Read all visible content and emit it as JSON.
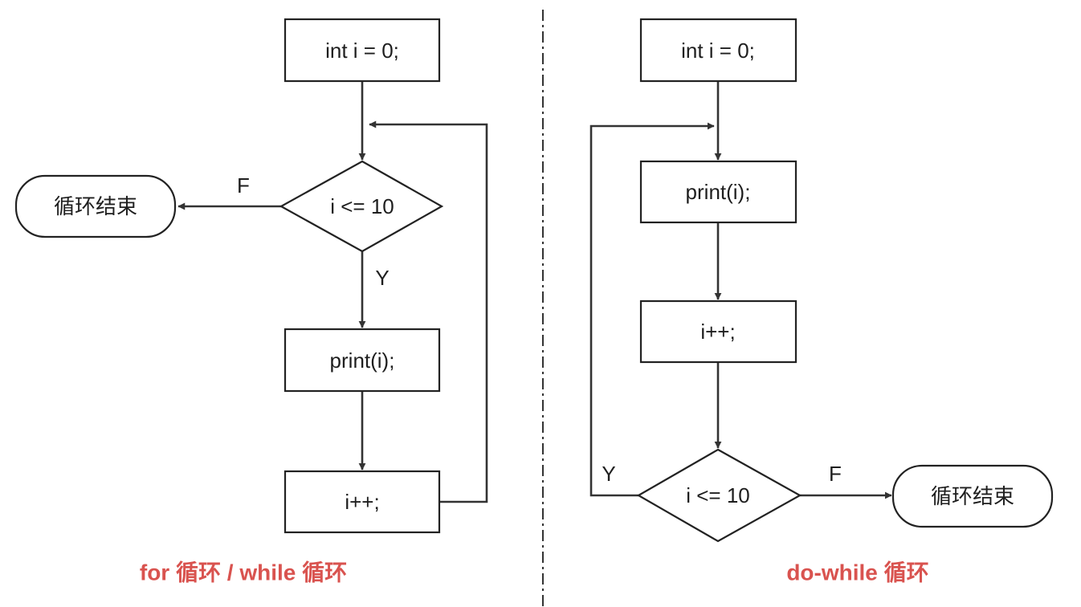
{
  "colors": {
    "caption": "#d9534f",
    "stroke": "#222222",
    "text": "#1e1e1e"
  },
  "left": {
    "init": "int i = 0;",
    "cond": "i <= 10",
    "body": "print(i);",
    "incr": "i++;",
    "end": "循环结束",
    "label_false": "F",
    "label_true": "Y",
    "caption": "for 循环 / while 循环"
  },
  "right": {
    "init": "int i = 0;",
    "body": "print(i);",
    "incr": "i++;",
    "cond": "i <= 10",
    "end": "循环结束",
    "label_true": "Y",
    "label_false": "F",
    "caption": "do-while 循环"
  }
}
